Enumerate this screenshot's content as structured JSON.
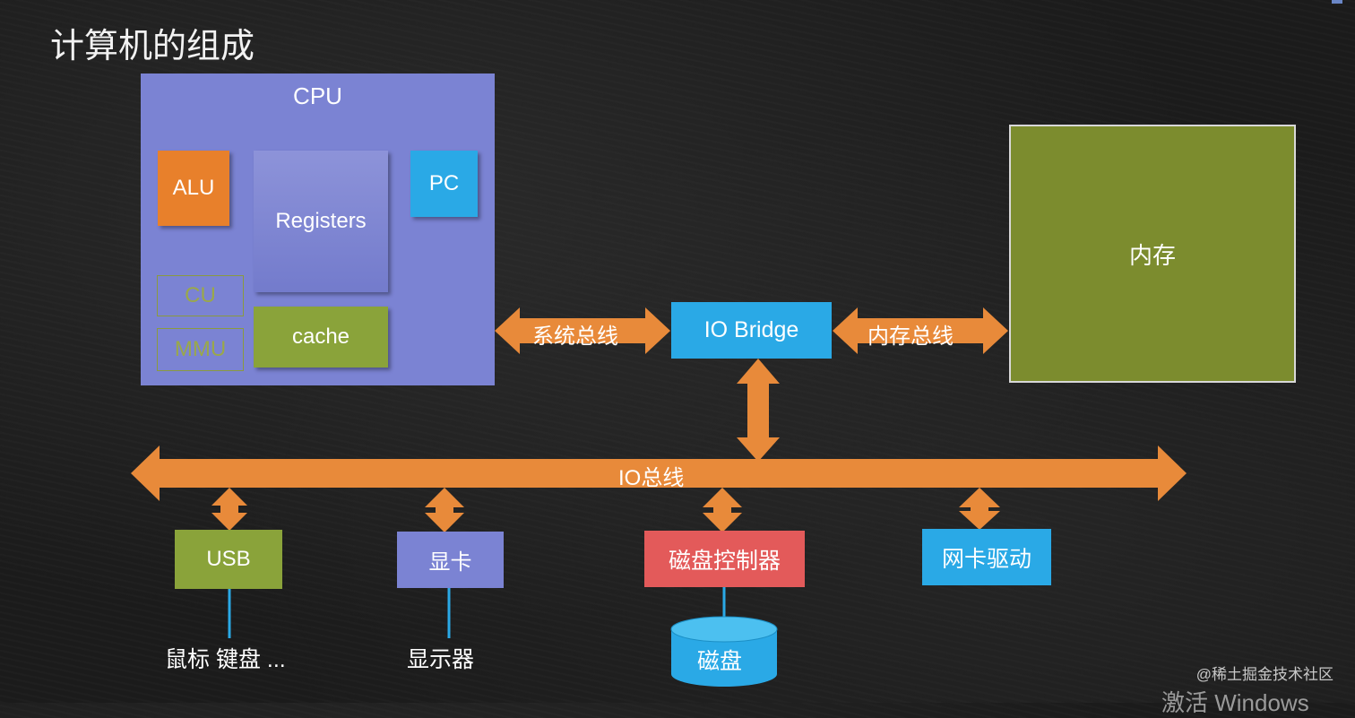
{
  "title": "计算机的组成",
  "cpu": {
    "label": "CPU",
    "alu": "ALU",
    "registers": "Registers",
    "pc": "PC",
    "cu": "CU",
    "mmu": "MMU",
    "cache": "cache"
  },
  "memory": {
    "label": "内存"
  },
  "io_bridge": {
    "label": "IO Bridge"
  },
  "buses": {
    "system_bus": "系统总线",
    "memory_bus": "内存总线",
    "io_bus": "IO总线"
  },
  "devices": {
    "usb": "USB",
    "gpu": "显卡",
    "disk_controller": "磁盘控制器",
    "nic": "网卡驱动"
  },
  "peripherals": {
    "usb_devices": "鼠标 键盘 ...",
    "monitor": "显示器",
    "disk": "磁盘"
  },
  "watermark": "@稀土掘金技术社区",
  "windows_activation": "激活 Windows",
  "colors": {
    "arrow": "#e88a3a",
    "cpu": "#7b83d3",
    "alu": "#e8802b",
    "blue": "#2aa9e6",
    "green": "#8aa33a",
    "memory": "#7c8c2e",
    "disk_controller": "#e35a5a",
    "connector": "#2aa9e6"
  }
}
